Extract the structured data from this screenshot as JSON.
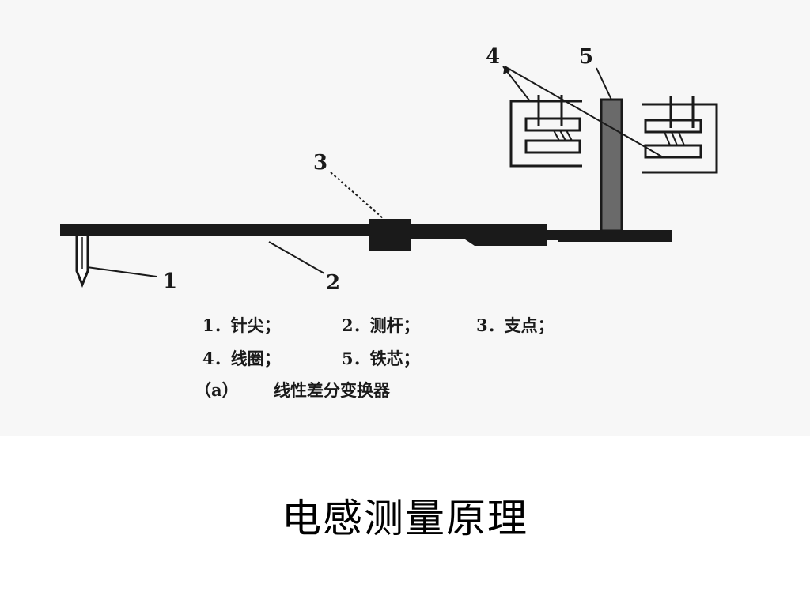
{
  "diagram": {
    "callouts": [
      "1",
      "2",
      "3",
      "4",
      "5"
    ],
    "legend": {
      "row1": [
        "1．针尖；",
        "2．测杆；",
        "3．支点；"
      ],
      "row2": [
        "4．线圈；",
        "5．铁芯；"
      ],
      "caption_label": "（a）",
      "caption_text": "线性差分变换器"
    },
    "colors": {
      "ink": "#1a1a1a",
      "core": "#6a6a6a",
      "paper": "#f7f7f7"
    }
  },
  "slide": {
    "title": "电感测量原理"
  }
}
